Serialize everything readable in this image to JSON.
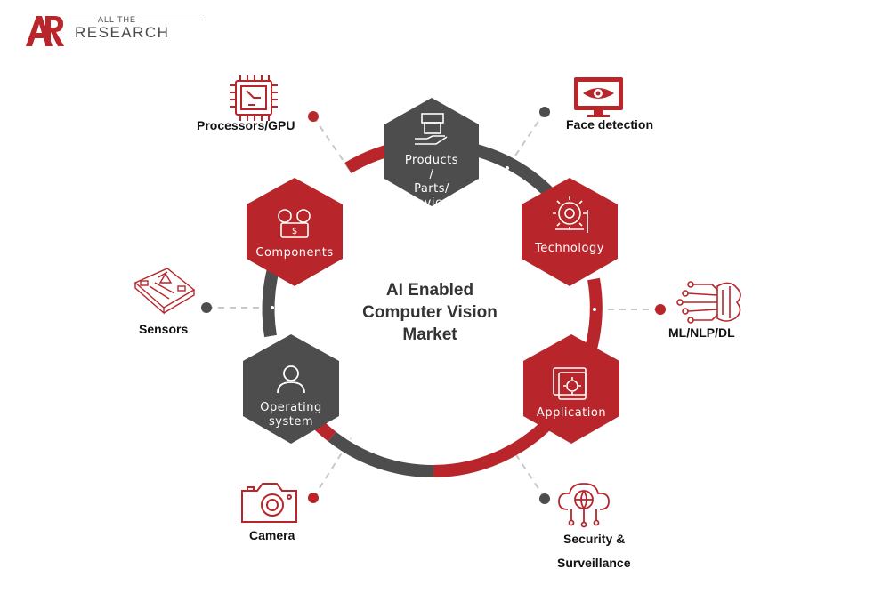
{
  "logo": {
    "mark": "AR",
    "small_text": "ALL THE",
    "big_text": "RESEARCH"
  },
  "center": {
    "line1": "AI Enabled",
    "line2": "Computer Vision",
    "line3": "Market"
  },
  "hexagons": {
    "products": {
      "line1": "Products",
      "line2": "/",
      "line3": "Parts/",
      "line4": "Devices",
      "icon": "box-in-hand-icon"
    },
    "technology": {
      "label": "Technology",
      "icon": "gear-tool-icon"
    },
    "application": {
      "label": "Application",
      "icon": "gear-window-icon"
    },
    "components": {
      "label": "Components",
      "icon": "components-icon"
    },
    "os": {
      "line1": "Operating",
      "line2": "system",
      "icon": "user-icon"
    }
  },
  "outer": {
    "processors": "Processors/GPU",
    "face": "Face detection",
    "sensors": "Sensors",
    "ml": "ML/NLP/DL",
    "camera": "Camera",
    "security_line1": "Security &",
    "security_line2": "Surveillance"
  },
  "colors": {
    "red": "#b8262b",
    "gray": "#4d4d4d",
    "dash": "#c8c8c8"
  }
}
